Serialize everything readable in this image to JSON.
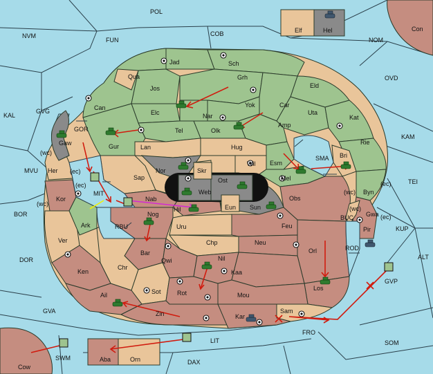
{
  "map": {
    "sea_labels": [
      "POL",
      "NVM",
      "FUN",
      "COB",
      "NOM",
      "OVD",
      "KAL",
      "GVG",
      "KAM",
      "MVU",
      "TEI",
      "BOR",
      "ALT",
      "KUP",
      "DOR",
      "GVA",
      "LIT",
      "FRO",
      "SOM",
      "DAX",
      "SMA",
      "RBU",
      "MIT",
      "GOR",
      "BUC",
      "ROD",
      "GVP",
      "SWM"
    ],
    "land_labels": [
      "Elf",
      "Hel",
      "Con",
      "Jad",
      "Sch",
      "Qua",
      "Jos",
      "Grh",
      "Eld",
      "Can",
      "Elc",
      "Yok",
      "Car",
      "Uta",
      "Kat",
      "Nar",
      "Olk",
      "Amp",
      "Tel",
      "Gaw",
      "Gur",
      "Lan",
      "Hug",
      "Rie",
      "Bri",
      "Esm",
      "Wil",
      "Skr",
      "Nor",
      "Sap",
      "Ost",
      "Web",
      "Mel",
      "Byn",
      "Her",
      "Nab",
      "Eun",
      "Sun",
      "Obs",
      "Kor",
      "Hil",
      "Ark",
      "Nog",
      "Uru",
      "Feu",
      "Pir",
      "Gwa",
      "Ver",
      "Chp",
      "Neu",
      "Orl",
      "Bar",
      "Qwi",
      "Nil",
      "Ken",
      "Chr",
      "Kaa",
      "Los",
      "Ail",
      "Sot",
      "Rot",
      "Mou",
      "Sam",
      "Zin",
      "Kar",
      "Cow",
      "Aba",
      "Orn"
    ],
    "coast_labels": [
      "(wc)",
      "(ec)",
      "(ec)",
      "(wc)",
      "(wc)",
      "(ec)",
      "(wc)",
      "(ec)"
    ]
  },
  "legend_colors": {
    "green": "#9ec48f",
    "tan": "#e9c59a",
    "rose": "#c58d80",
    "gray": "#8a8a8a",
    "sea": "#a6dbe9",
    "order_arrow": "#d11b0e",
    "support_arrow": "#f2f200",
    "convoy_arrow": "#d22bd2"
  },
  "units": {
    "armies": [
      "army-grh",
      "army-yok",
      "army-tel",
      "army-gaw",
      "army-esm",
      "army-bri",
      "army-nor",
      "army-ost",
      "army-web",
      "army-sun",
      "army-hil",
      "army-nog",
      "army-nil",
      "army-los",
      "army-ail"
    ],
    "fleets": [
      "fleet-hel",
      "fleet-pir",
      "fleet-kar"
    ],
    "fleet_boxes": [
      "fleet-box-ec",
      "fleet-box-mit",
      "fleet-box-gvp",
      "fleet-box-swm",
      "fleet-box-lit"
    ]
  }
}
